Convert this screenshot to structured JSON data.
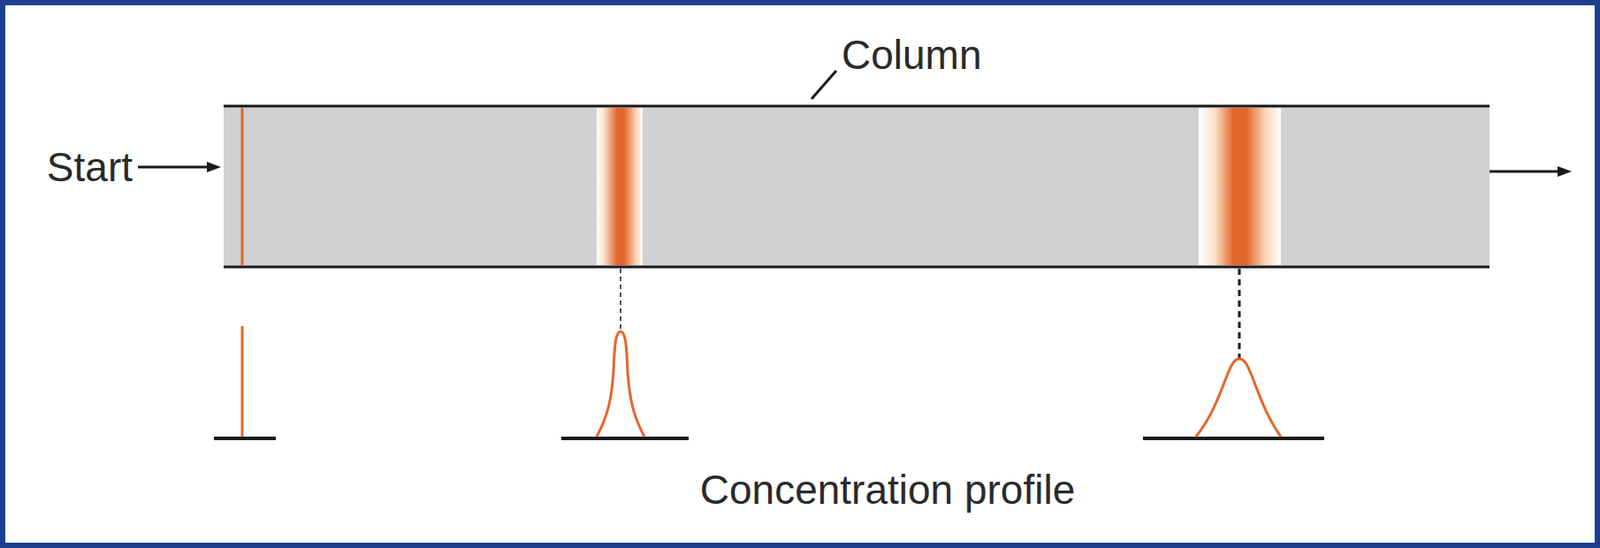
{
  "diagram": {
    "labels": [
      "Column",
      "Start",
      "Concentration profile"
    ]
  }
}
